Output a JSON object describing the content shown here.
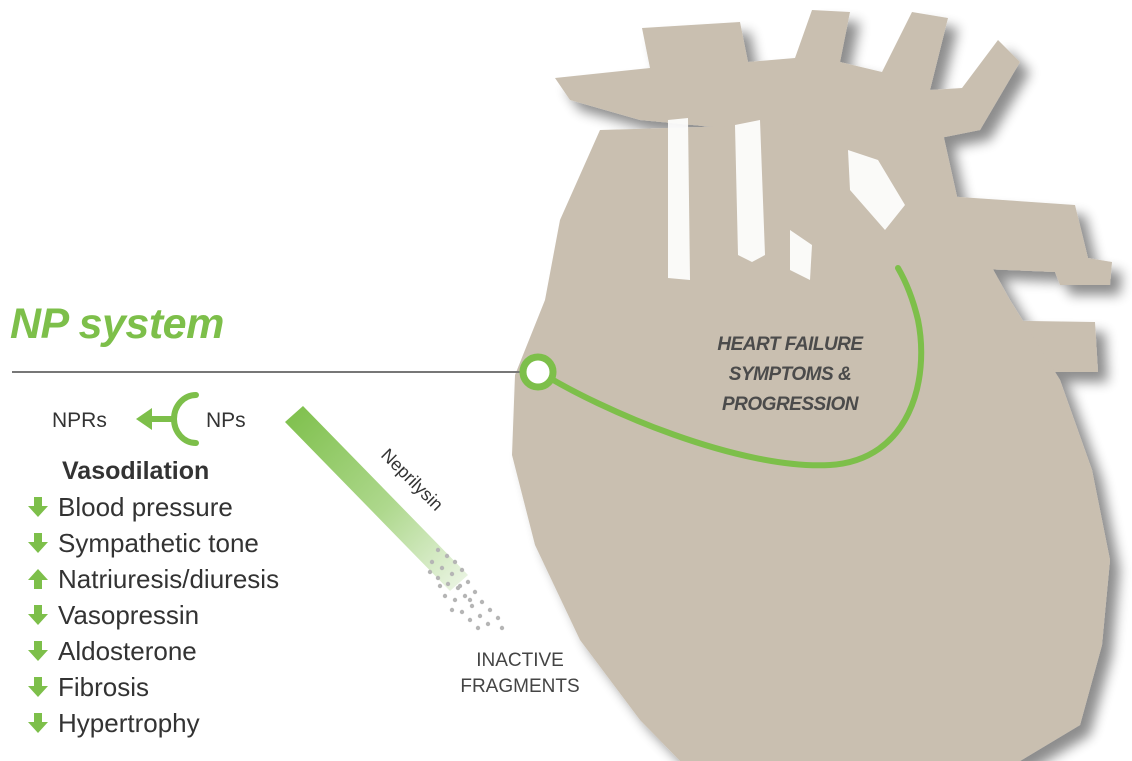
{
  "title": "NP system",
  "npr_label": "NPRs",
  "nps_label": "NPs",
  "effects_heading": "Vasodilation",
  "effects": [
    {
      "label": "Blood pressure",
      "direction": "down"
    },
    {
      "label": "Sympathetic tone",
      "direction": "down"
    },
    {
      "label": "Natriuresis/diuresis",
      "direction": "up"
    },
    {
      "label": "Vasopressin",
      "direction": "down"
    },
    {
      "label": "Aldosterone",
      "direction": "down"
    },
    {
      "label": "Fibrosis",
      "direction": "down"
    },
    {
      "label": "Hypertrophy",
      "direction": "down"
    }
  ],
  "enzyme_label": "Neprilysin",
  "fragments_line1": "INACTIVE",
  "fragments_line2": "FRAGMENTS",
  "heart_line1": "HEART FAILURE",
  "heart_line2": "SYMPTOMS &",
  "heart_line3": "PROGRESSION",
  "colors": {
    "accent": "#7dbf4a",
    "heart": "#c9bfb0",
    "text": "#333333",
    "divider": "#777777"
  },
  "icons": [
    "heart-illustration",
    "arrow-up-icon",
    "arrow-down-icon",
    "receptor-arc-icon",
    "neprilysin-arrow-icon"
  ]
}
